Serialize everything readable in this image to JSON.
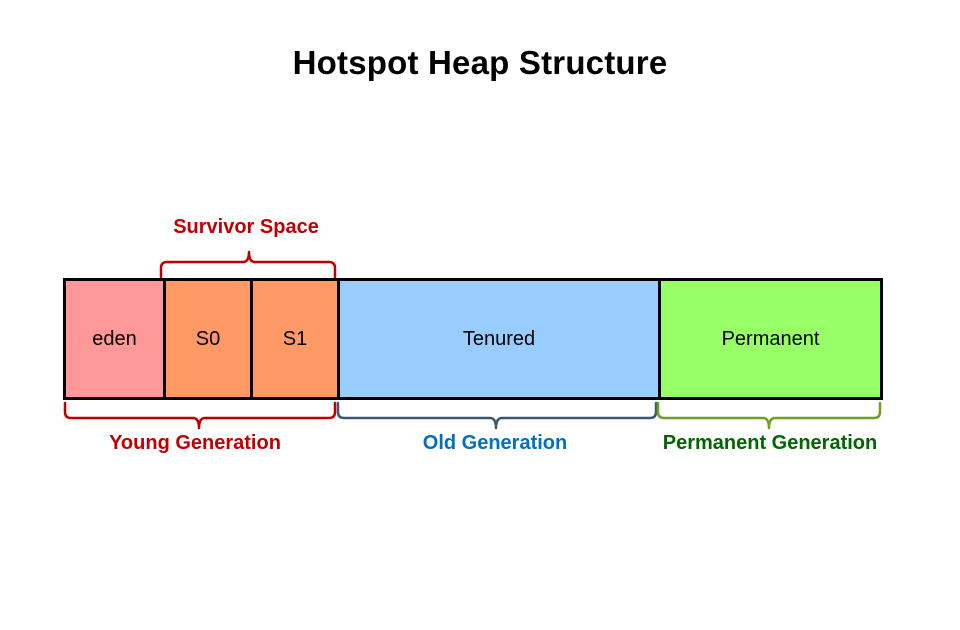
{
  "title": "Hotspot Heap Structure",
  "heap": {
    "regions": [
      {
        "id": "eden",
        "label": "eden",
        "color": "#ff9999"
      },
      {
        "id": "s0",
        "label": "S0",
        "color": "#ff9966"
      },
      {
        "id": "s1",
        "label": "S1",
        "color": "#ff9966"
      },
      {
        "id": "tenured",
        "label": "Tenured",
        "color": "#99ccff"
      },
      {
        "id": "permanent",
        "label": "Permanent",
        "color": "#99ff66"
      }
    ]
  },
  "groups": {
    "survivor": {
      "label": "Survivor Space",
      "color": "#c00000"
    },
    "young": {
      "label": "Young Generation",
      "color": "#c00000"
    },
    "old": {
      "label": "Old Generation",
      "color": "#0070c0"
    },
    "permanent": {
      "label": "Permanent Generation",
      "color": "#006600"
    }
  },
  "bracket_colors": {
    "survivor": "#c00000",
    "young": "#c00000",
    "old": "#3b5870",
    "permanent": "#70a020"
  }
}
